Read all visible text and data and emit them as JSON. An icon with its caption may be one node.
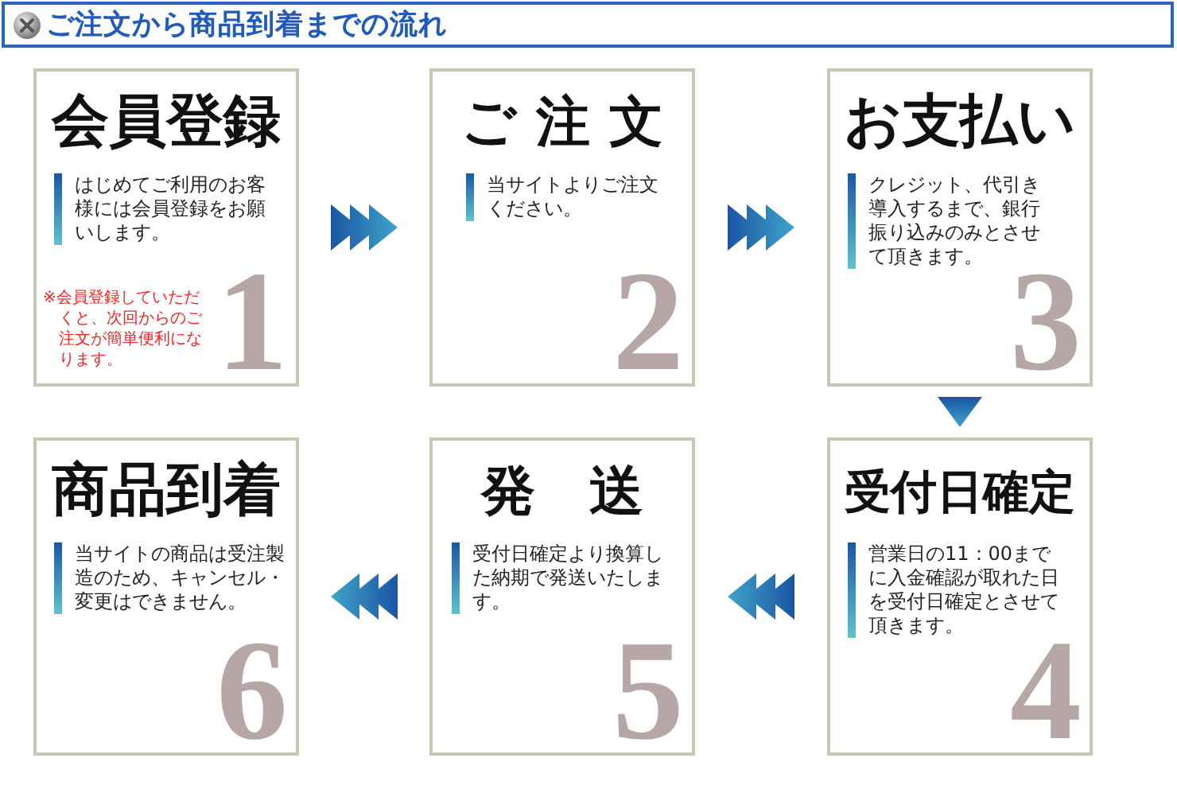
{
  "diagram": {
    "title": "ご注文から商品到着までの流れ",
    "nodes": [
      {
        "text": [
          "会員登録",
          "はじめてご利用のお客様には会員登録をお願いします。",
          "※会員登録していただくと、次回からのご注文が簡単便利になります。",
          "1"
        ]
      },
      {
        "text": [
          "ご 注 文",
          "当サイトよりご注文ください。",
          "2"
        ]
      },
      {
        "text": [
          "お支払い",
          "クレジット、代引き導入するまで、銀行振り込みのみとさせて頂きます。",
          "3"
        ]
      },
      {
        "text": [
          "受付日確定",
          "営業日の11：00までに入金確認が取れた日を受付日確定とさせて頂きます。",
          "4"
        ]
      },
      {
        "text": [
          "発　送",
          "受付日確定より換算した納期で発送いたします。",
          "5"
        ]
      },
      {
        "text": [
          "商品到着",
          "当サイトの商品は受注製造のため、キャンセル・変更はできません。",
          "6"
        ]
      }
    ],
    "edges": [
      {
        "from": 0,
        "to": 1,
        "arrow": "to"
      },
      {
        "from": 1,
        "to": 2,
        "arrow": "to"
      },
      {
        "from": 2,
        "to": 3,
        "arrow": "to"
      },
      {
        "from": 3,
        "to": 4,
        "arrow": "to"
      },
      {
        "from": 4,
        "to": 5,
        "arrow": "to"
      }
    ]
  }
}
